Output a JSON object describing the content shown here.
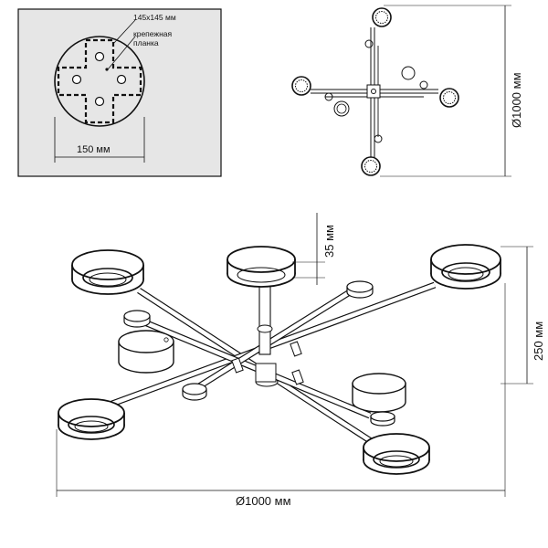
{
  "inset": {
    "plate_label": "145x145 мм",
    "bracket_label_line1": "крепежная",
    "bracket_label_line2": "планка",
    "diameter_label": "150 мм"
  },
  "top_view": {
    "diameter_label": "Ø1000 мм"
  },
  "side_view": {
    "ring_thickness_label": "35 мм",
    "height_label": "250 мм",
    "diameter_label": "Ø1000 мм"
  },
  "colors": {
    "line": "#111111",
    "inset_bg": "#e6e6e6",
    "dashes": "#111111"
  }
}
